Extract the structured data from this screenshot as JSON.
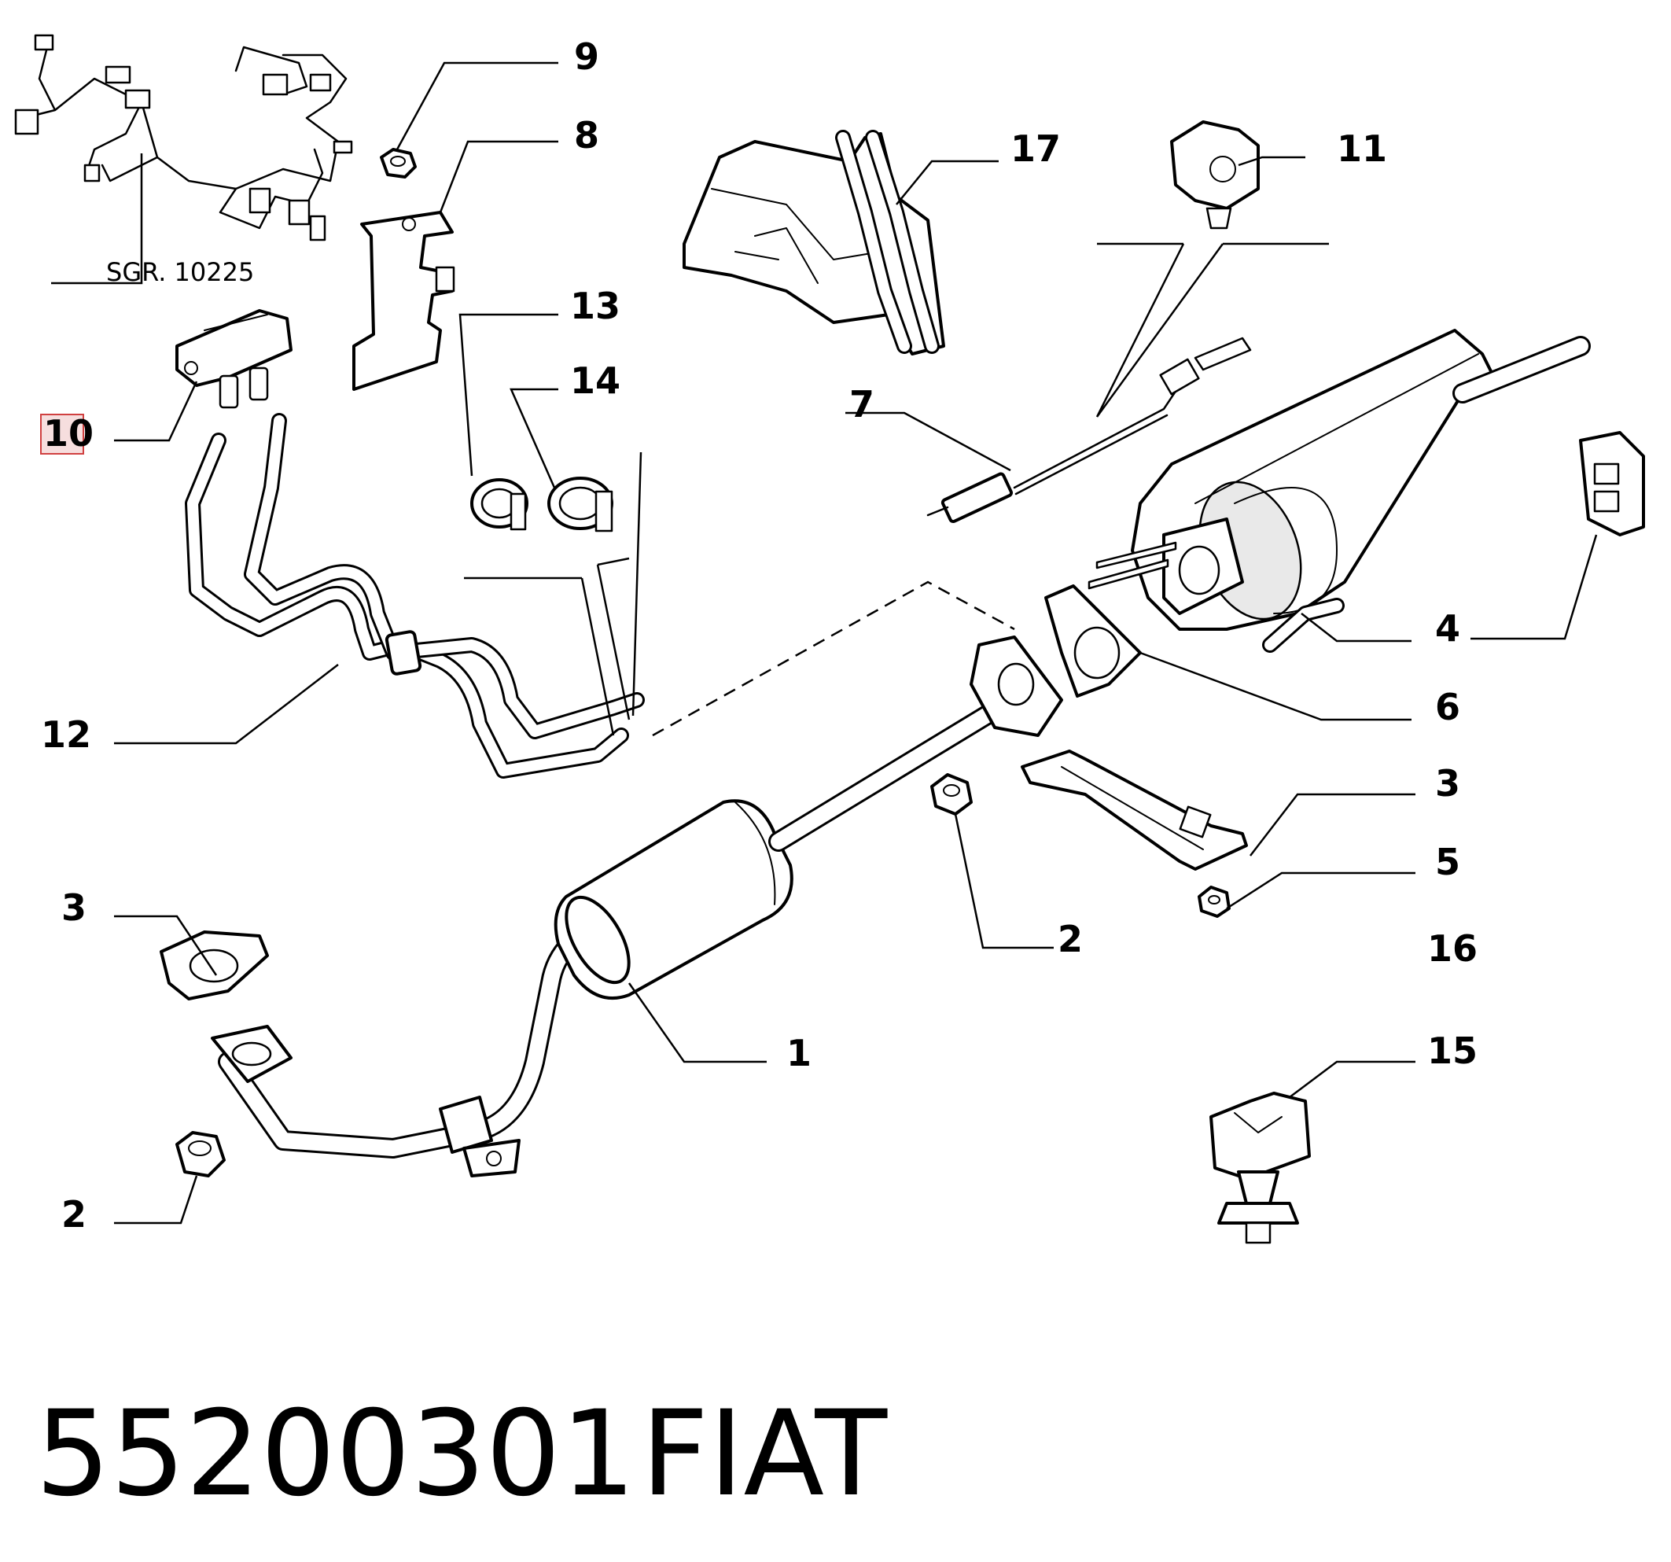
{
  "diagram": {
    "callouts": [
      "1",
      "2",
      "3",
      "4",
      "5",
      "6",
      "7",
      "8",
      "9",
      "10",
      "11",
      "12",
      "13",
      "14",
      "15",
      "16",
      "17",
      "3",
      "2"
    ],
    "reference": "SGR. 10225",
    "highlight_color": "#d04040"
  },
  "footer": {
    "part_number": "55200301",
    "brand": "FIAT"
  }
}
